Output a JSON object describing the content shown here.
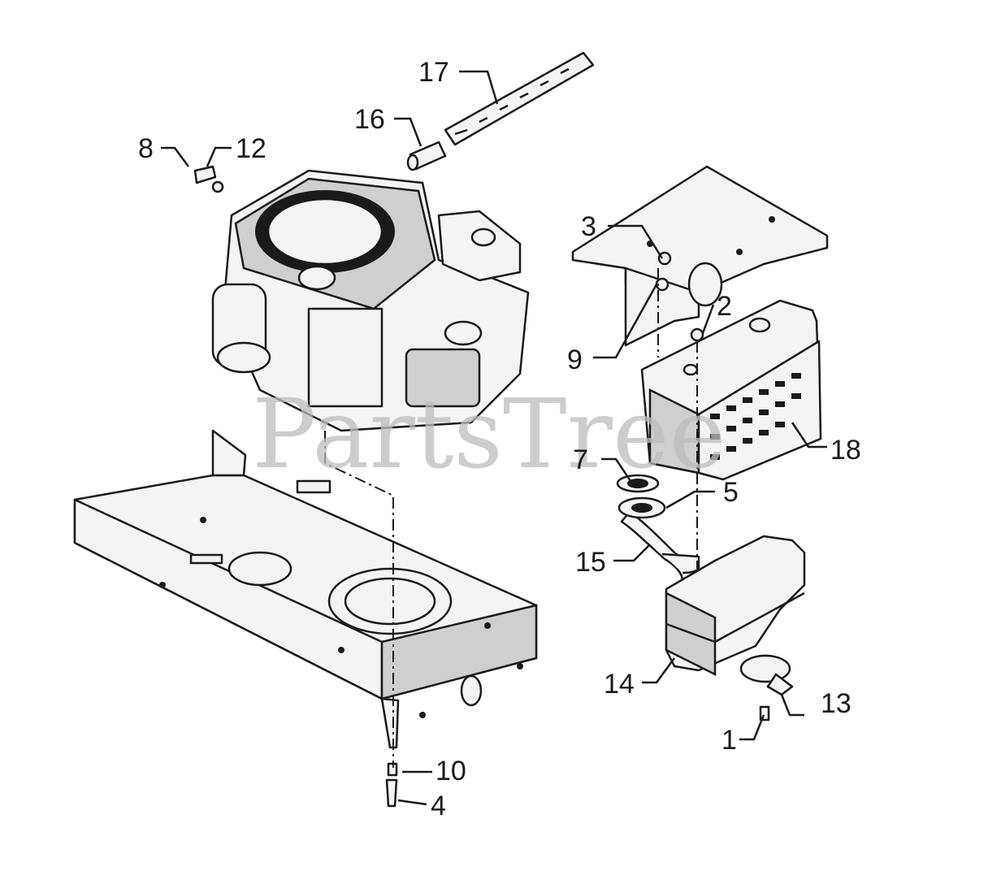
{
  "watermark": "PartsTree",
  "callouts": {
    "c1": "1",
    "c2": "2",
    "c3": "3",
    "c4": "4",
    "c5": "5",
    "c7": "7",
    "c8": "8",
    "c9": "9",
    "c10": "10",
    "c12": "12",
    "c13": "13",
    "c14": "14",
    "c15": "15",
    "c16": "16",
    "c17": "17",
    "c18": "18"
  }
}
